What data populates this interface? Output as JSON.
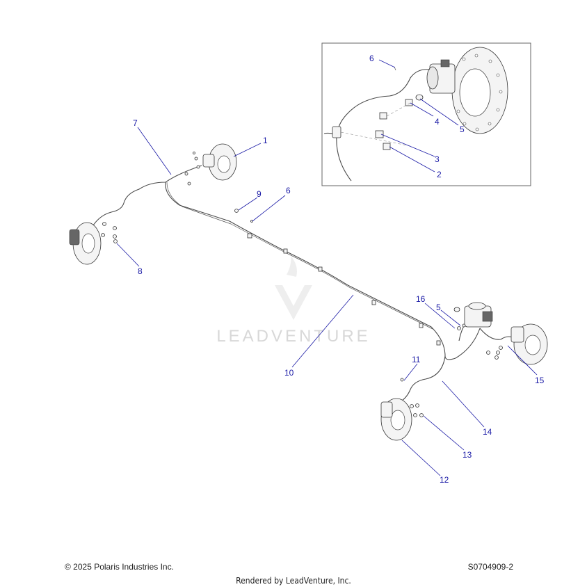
{
  "callouts": [
    {
      "id": "c1",
      "text": "1"
    },
    {
      "id": "c2",
      "text": "2"
    },
    {
      "id": "c3",
      "text": "3"
    },
    {
      "id": "c4",
      "text": "4"
    },
    {
      "id": "c5",
      "text": "5"
    },
    {
      "id": "c6a",
      "text": "6"
    },
    {
      "id": "c6",
      "text": "6"
    },
    {
      "id": "c7",
      "text": "7"
    },
    {
      "id": "c8",
      "text": "8"
    },
    {
      "id": "c9",
      "text": "9"
    },
    {
      "id": "c10",
      "text": "10"
    },
    {
      "id": "c11",
      "text": "11"
    },
    {
      "id": "c12",
      "text": "12"
    },
    {
      "id": "c13",
      "text": "13"
    },
    {
      "id": "c14",
      "text": "14"
    },
    {
      "id": "c15",
      "text": "15"
    },
    {
      "id": "c16",
      "text": "16"
    },
    {
      "id": "c5b",
      "text": "5"
    }
  ],
  "watermark": {
    "text": "LEADVENTURE"
  },
  "footer": {
    "copyright": "© 2025 Polaris Industries Inc.",
    "diagram_id": "S0704909-2",
    "rendered_by": "Rendered by LeadVenture, Inc."
  },
  "colors": {
    "callout": "#1a1aa6",
    "line": "#4a4a4a",
    "watermark": "#d8d8d8"
  }
}
